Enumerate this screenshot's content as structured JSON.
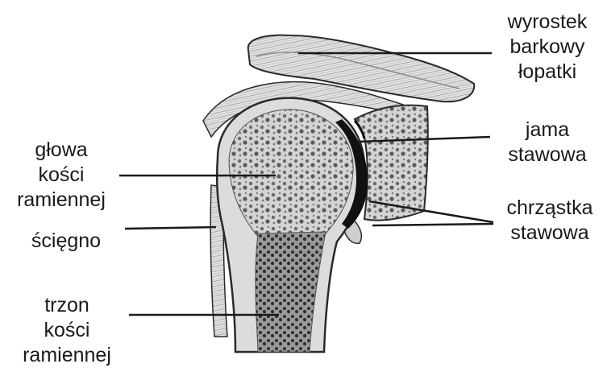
{
  "labels": {
    "acromion": [
      "wyrostek",
      "barkowy",
      "łopatki"
    ],
    "glenoid_cavity": [
      "jama",
      "stawowa"
    ],
    "articular_cartilage": [
      "chrząstka",
      "stawowa"
    ],
    "humerus_head": [
      "głowa",
      "kości",
      "ramiennej"
    ],
    "tendon": [
      "ścięgno"
    ],
    "humerus_shaft": [
      "trzon",
      "kości",
      "ramiennej"
    ]
  },
  "colors": {
    "line": "#1a1a1a",
    "bone_outline": "#2a2a2a",
    "spongy_bone": "#c9c9c9",
    "cortex": "#dcdcdc",
    "cartilage": "#111111",
    "background": "#ffffff"
  }
}
